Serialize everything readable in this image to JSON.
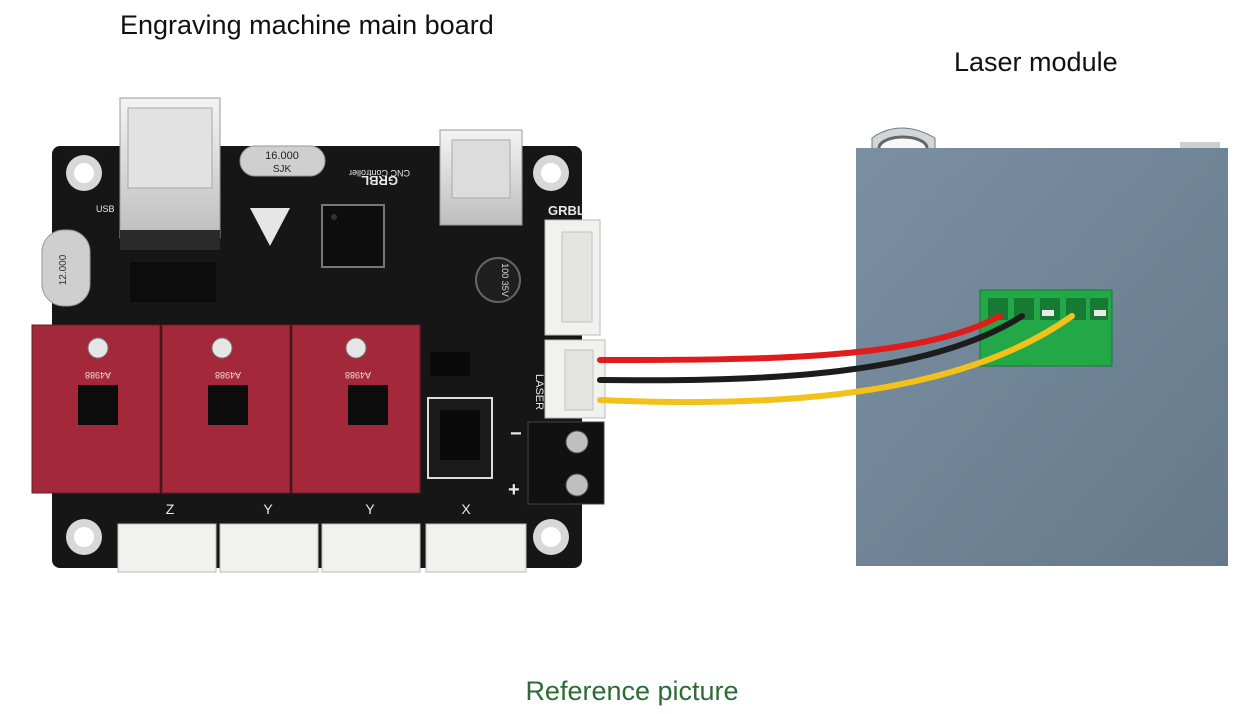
{
  "labels": {
    "main_board": "Engraving machine main board",
    "laser_module": "Laser module",
    "reference": "Reference picture"
  },
  "board": {
    "brand": "GRBL",
    "subtitle": "CNC Controller",
    "usb": "USB",
    "crystal_top": "16.000",
    "crystal_top_sub": "SJK",
    "crystal_left": "12.000",
    "capacitor": "100 35V",
    "laser_port": "LASER",
    "minus": "−",
    "plus": "+",
    "axes": [
      "Z",
      "Y",
      "Y",
      "X"
    ],
    "driver_chip": "A4988"
  },
  "colors": {
    "board": "#161616",
    "driver_pcb": "#a3283a",
    "laser_body": "#6f8596",
    "terminal": "#22a847",
    "wire_red": "#e01b1b",
    "wire_black": "#1c1c1c",
    "wire_yellow": "#f2c21a"
  }
}
